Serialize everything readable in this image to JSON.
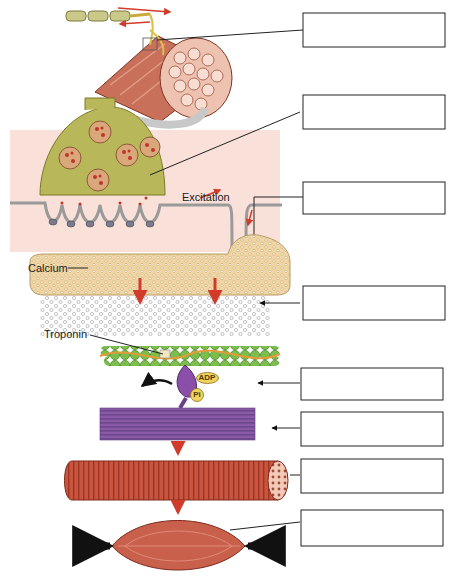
{
  "diagram": {
    "nodes": [
      {
        "text": [
          "ADP"
        ]
      },
      {
        "text": [
          "Pi"
        ]
      }
    ],
    "labels": [
      "Excitation",
      "Calcium",
      "Troponin"
    ]
  }
}
